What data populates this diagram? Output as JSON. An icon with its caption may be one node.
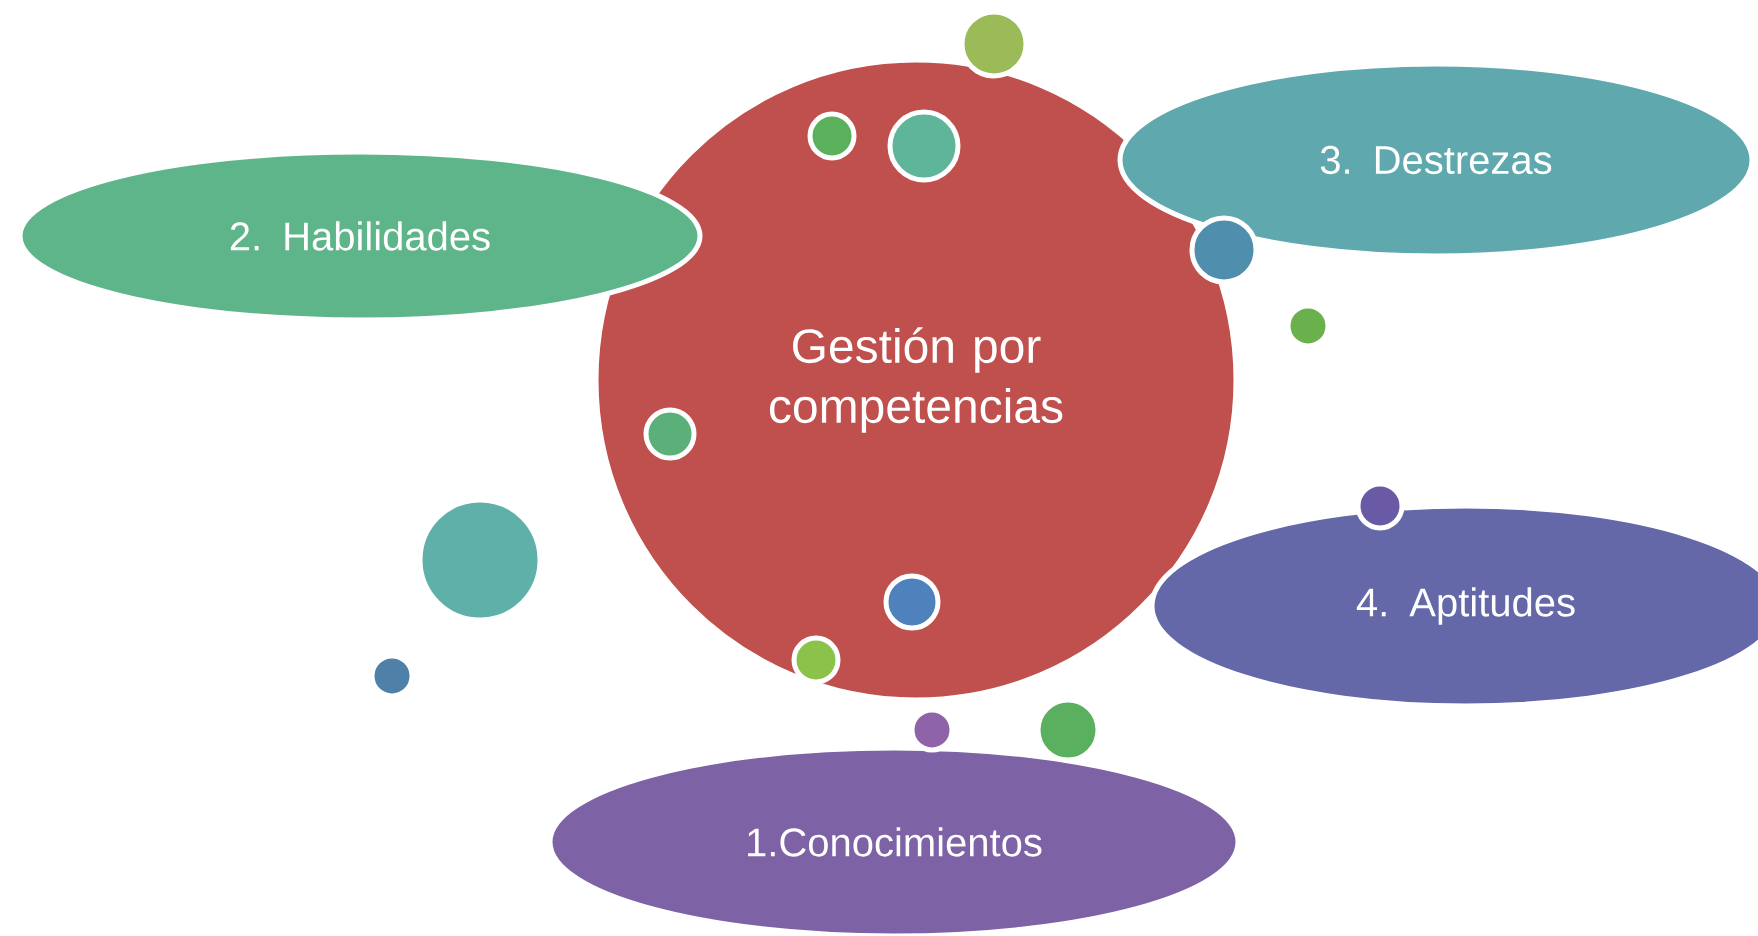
{
  "diagram": {
    "nodes": [
      {
        "text": [
          "Gestión por competencias"
        ]
      },
      {
        "text": [
          "2. Habilidades"
        ]
      },
      {
        "text": [
          "3. Destrezas"
        ]
      },
      {
        "text": [
          "4. Aptitudes"
        ]
      },
      {
        "text": [
          "1.Conocimientos"
        ]
      }
    ]
  }
}
